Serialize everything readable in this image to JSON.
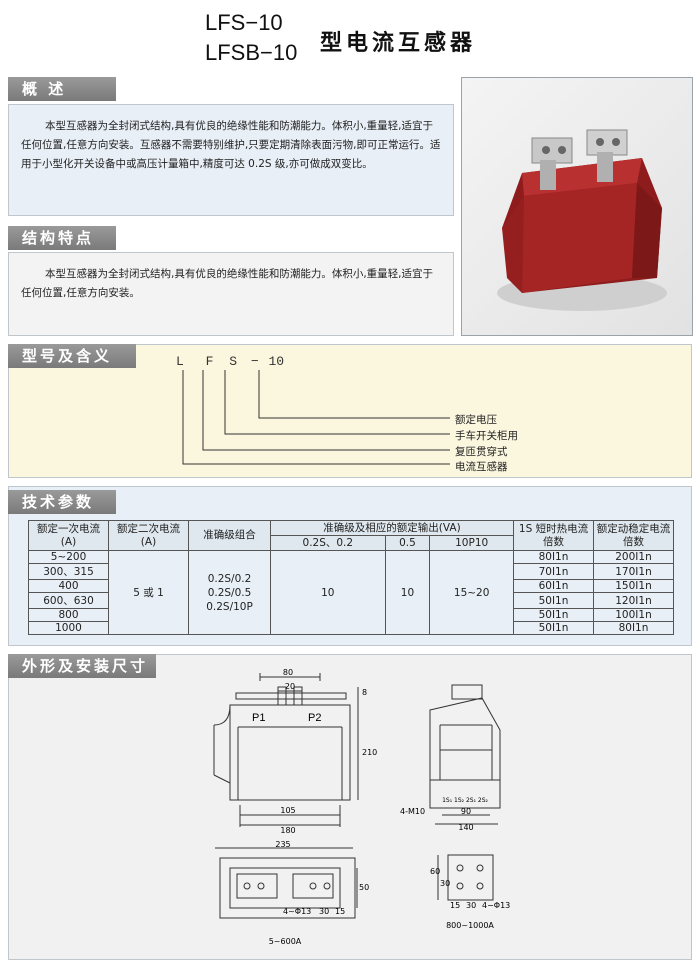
{
  "header": {
    "model_line1": "LFS−10",
    "model_line2": "LFSB−10",
    "title": "型电流互感器"
  },
  "overview": {
    "heading": "概  述",
    "text": "本型互感器为全封闭式结构,具有优良的绝缘性能和防潮能力。体积小,重量轻,适宜于任何位置,任意方向安装。互感器不需要特别维护,只要定期清除表面污物,即可正常运行。适用于小型化开关设备中或高压计量箱中,精度可达 0.2S 级,亦可做成双变比。"
  },
  "structure": {
    "heading": "结构特点",
    "text": "本型互感器为全封闭式结构,具有优良的绝缘性能和防潮能力。体积小,重量轻,适宜于任何位置,任意方向安装。"
  },
  "model_meaning": {
    "heading": "型号及含义",
    "letters": [
      "L",
      "F",
      "S",
      "−",
      "10"
    ],
    "labels": [
      "额定电压",
      "手车开关柜用",
      "复匝贯穿式",
      "电流互感器"
    ]
  },
  "tech": {
    "heading": "技术参数",
    "headers": {
      "primary": "额定一次电流(A)",
      "secondary": "额定二次电流(A)",
      "accuracy_combo": "准确级组合",
      "output_group": "准确级及相应的额定输出(VA)",
      "out_a": "0.2S、0.2",
      "out_b": "0.5",
      "out_c": "10P10",
      "thermal": "1S 短时热电流倍数",
      "dynamic": "额定动稳定电流倍数"
    },
    "primary_values": [
      "5~200",
      "300、315",
      "400",
      "600、630",
      "800",
      "1000"
    ],
    "secondary_value": "5 或 1",
    "accuracy_values": [
      "0.2S/0.2",
      "0.2S/0.5",
      "0.2S/10P"
    ],
    "out_a_value": "10",
    "out_b_value": "10",
    "out_c_value": "15~20",
    "thermal_values": [
      "80I1n",
      "70I1n",
      "60I1n",
      "50I1n",
      "50I1n",
      "50I1n"
    ],
    "dynamic_values": [
      "200I1n",
      "170I1n",
      "150I1n",
      "120I1n",
      "100I1n",
      "80I1n"
    ]
  },
  "dimensions": {
    "heading": "外形及安装尺寸",
    "front": {
      "dim_top_80": "80",
      "dim_top_20": "20",
      "dim_8": "8",
      "dim_210": "210",
      "dim_105": "105",
      "dim_180": "180",
      "p1": "P1",
      "p2": "P2"
    },
    "side": {
      "terminals": "1S₁ 1S₂   2S₁ 2S₂",
      "hole": "4-M10",
      "dim_90": "90",
      "dim_140": "140"
    },
    "bottom_left": {
      "dim_235": "235",
      "dim_50": "50",
      "dim_30": "30",
      "dim_15": "15",
      "hole": "4~Φ13",
      "caption": "5~600A"
    },
    "bottom_right": {
      "dim_60": "60",
      "dim_30": "30",
      "dim_15a": "15",
      "dim_30b": "30",
      "hole": "4−Φ13",
      "caption": "800~1000A"
    }
  },
  "colors": {
    "product_red": "#a52525",
    "panel_blue": "#e8eff6",
    "panel_yellow": "#fbf6de",
    "header_gray": "#8a8a8a"
  }
}
